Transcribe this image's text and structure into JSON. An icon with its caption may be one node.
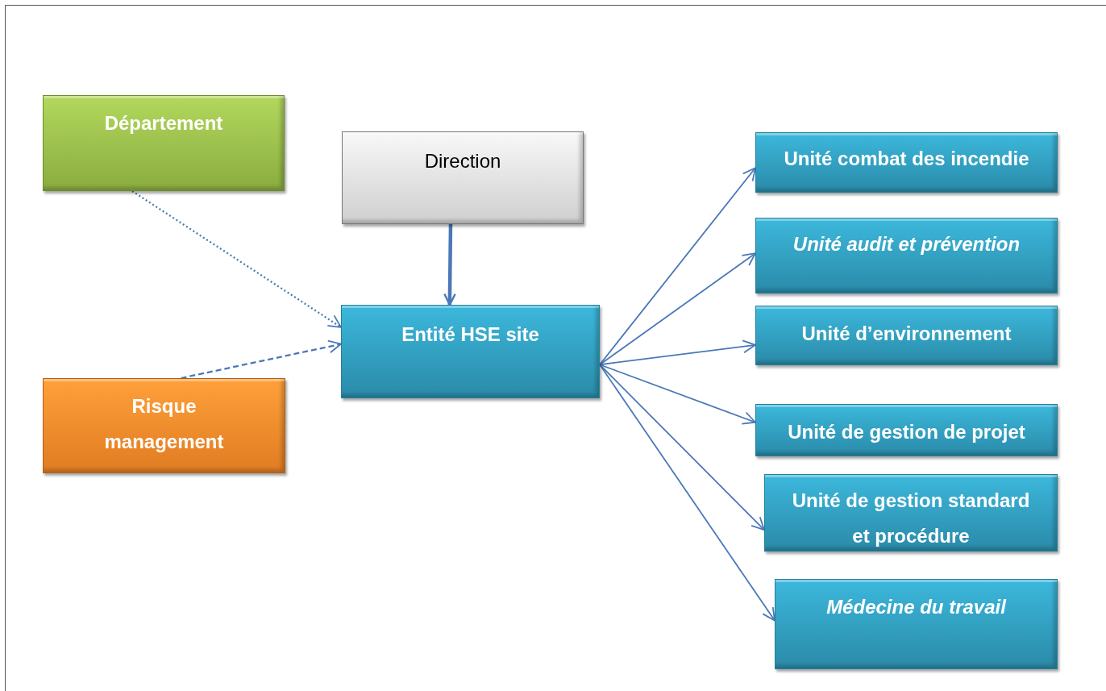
{
  "diagram": {
    "nodes": [
      {
        "text": [
          "Département"
        ]
      },
      {
        "text": [
          "Direction"
        ]
      },
      {
        "text": [
          "Entité HSE site"
        ]
      },
      {
        "text": [
          "Risque management"
        ]
      },
      {
        "text": [
          "Unité combat des  incendie"
        ]
      },
      {
        "text": [
          "Unité  audit  et prévention"
        ]
      },
      {
        "text": [
          "Unité d’environnement"
        ]
      },
      {
        "text": [
          "Unité de gestion de projet"
        ]
      },
      {
        "text": [
          "Unité de gestion standard et procédure"
        ]
      },
      {
        "text": [
          "Médecine du travail"
        ]
      }
    ],
    "edges": [
      {
        "from": 0,
        "to": 2,
        "arrow": "to",
        "style": "dashed"
      },
      {
        "from": 1,
        "to": 2,
        "arrow": "to",
        "style": "thick"
      },
      {
        "from": 3,
        "to": 2,
        "arrow": "to",
        "style": "dashed"
      },
      {
        "from": 2,
        "to": 4,
        "arrow": "to"
      },
      {
        "from": 2,
        "to": 5,
        "arrow": "to"
      },
      {
        "from": 2,
        "to": 6,
        "arrow": "to"
      },
      {
        "from": 2,
        "to": 7,
        "arrow": "to"
      },
      {
        "from": 2,
        "to": 8,
        "arrow": "to"
      },
      {
        "from": 2,
        "to": 9,
        "arrow": "to"
      }
    ]
  }
}
